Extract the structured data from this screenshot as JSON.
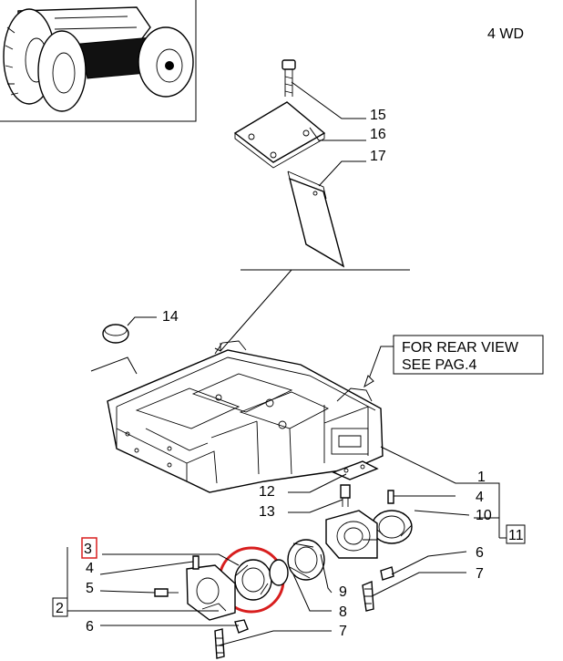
{
  "header": {
    "drive_label": "4 WD"
  },
  "note": {
    "line1": "FOR REAR VIEW",
    "line2": "SEE PAG.4"
  },
  "callouts": [
    {
      "id": "c15",
      "text": "15"
    },
    {
      "id": "c16",
      "text": "16"
    },
    {
      "id": "c17",
      "text": "17"
    },
    {
      "id": "c14",
      "text": "14"
    },
    {
      "id": "c1",
      "text": "1"
    },
    {
      "id": "c12",
      "text": "12"
    },
    {
      "id": "c4r",
      "text": "4"
    },
    {
      "id": "c13",
      "text": "13"
    },
    {
      "id": "c10",
      "text": "10"
    },
    {
      "id": "c11",
      "text": "11"
    },
    {
      "id": "c3",
      "text": "3"
    },
    {
      "id": "c6r",
      "text": "6"
    },
    {
      "id": "c4l",
      "text": "4"
    },
    {
      "id": "c7r",
      "text": "7"
    },
    {
      "id": "c5",
      "text": "5"
    },
    {
      "id": "c9",
      "text": "9"
    },
    {
      "id": "c2",
      "text": "2"
    },
    {
      "id": "c8",
      "text": "8"
    },
    {
      "id": "c6l",
      "text": "6"
    },
    {
      "id": "c7l",
      "text": "7"
    }
  ],
  "highlight_colors": {
    "circle": "#d81e1e",
    "box3": "#d81e1e"
  }
}
